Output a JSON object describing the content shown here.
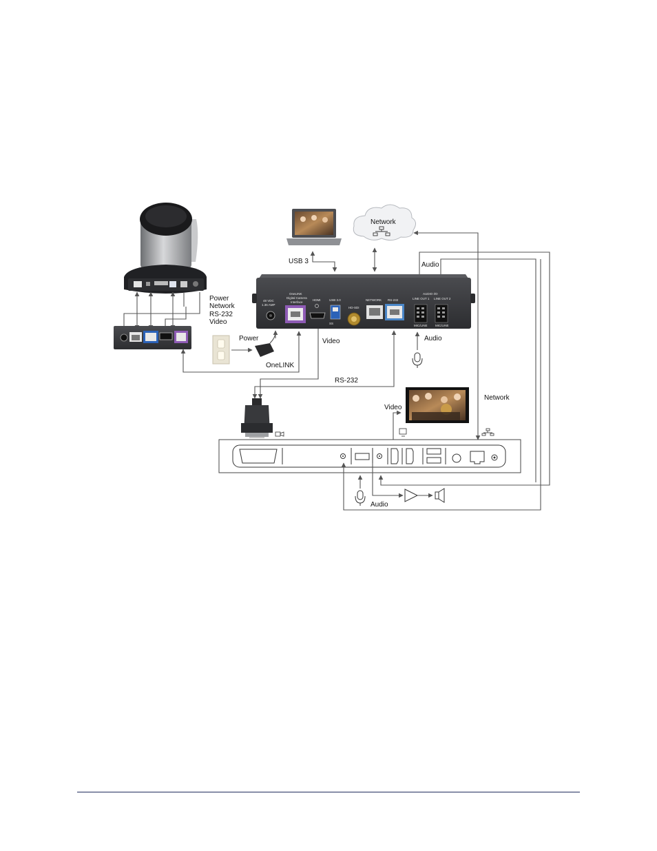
{
  "labels": {
    "camera_signals": [
      "Power",
      "Network",
      "RS-232",
      "Video"
    ],
    "power": "Power",
    "onelink": "OneLINK",
    "usb3": "USB 3",
    "network_cloud": "Network",
    "audio_top": "Audio",
    "video_out": "Video",
    "audio_mic": "Audio",
    "rs232": "RS-232",
    "network_right": "Network",
    "video_display": "Video",
    "audio_bottom": "Audio"
  },
  "bridge_panel": {
    "power_input": [
      "48 VDC",
      "1.36 AMP"
    ],
    "onelink": [
      "OneLINK",
      "Digital Camera",
      "Interface"
    ],
    "hdmi": "HDMI",
    "usb": "USB 3.0",
    "hdsdi": "HD-SDI",
    "network": "NETWORK",
    "rs232": "RS-232",
    "audio_io": "AUDIO I/O",
    "line_out_1": "LINE OUT 1",
    "line_out_2": "LINE OUT 2",
    "mic_line_1": "MIC/LINE",
    "mic_line_2": "MIC/LINE",
    "ss_mark": "SS"
  },
  "colors": {
    "device_body": "#3a3b3e",
    "onelink_accent": "#8e5bb5",
    "usb_accent": "#2b62b8",
    "rs232_accent": "#4a86c8",
    "wire": "#555555",
    "footer_rule": "#1f2b5c"
  },
  "icons": [
    "camera-icon",
    "laptop-icon",
    "cloud-icon",
    "network-icon",
    "microphone-icon",
    "power-outlet-icon",
    "power-adapter-icon",
    "dvi-plug-icon",
    "display-icon",
    "amplifier-icon",
    "speaker-icon"
  ]
}
